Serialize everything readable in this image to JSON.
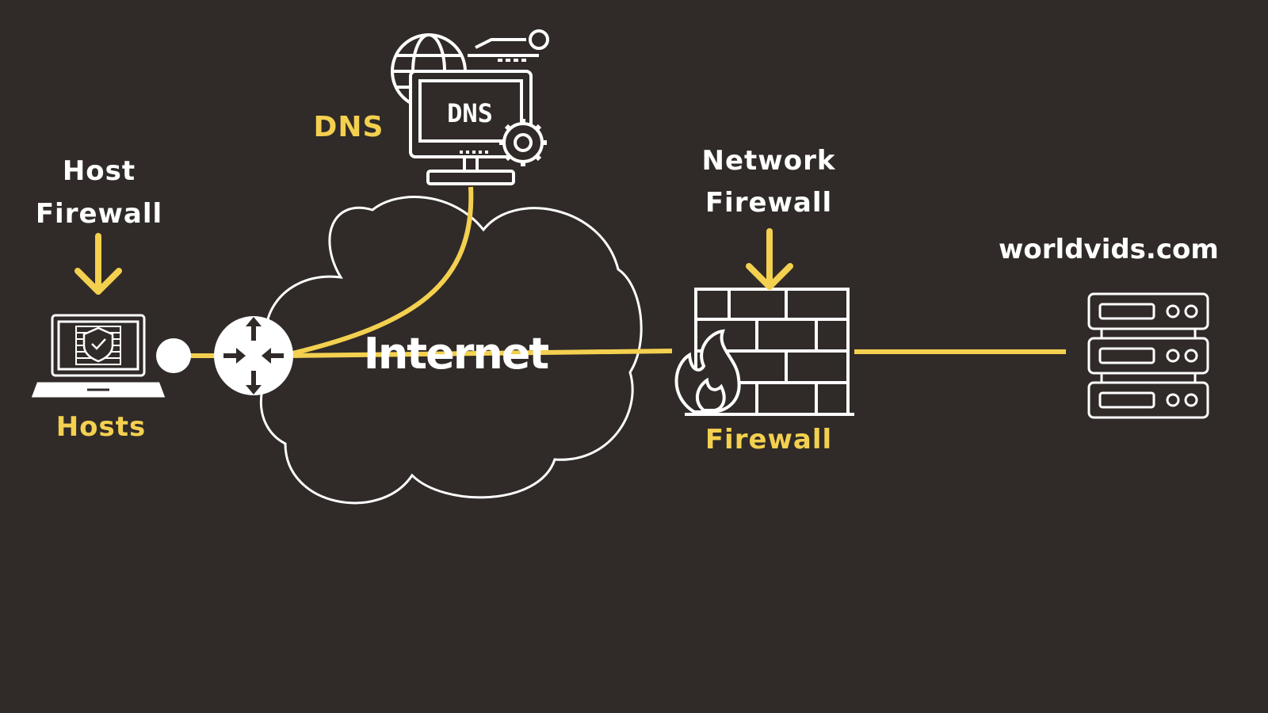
{
  "colors": {
    "background": "#302b28",
    "accent_yellow": "#f3d04f",
    "line_white": "#ffffff"
  },
  "labels": {
    "dns": "DNS",
    "dns_screen_text": "DNS",
    "host_firewall_line1": "Host",
    "host_firewall_line2": "Firewall",
    "hosts": "Hosts",
    "internet": "Internet",
    "network_firewall_line1": "Network",
    "network_firewall_line2": "Firewall",
    "firewall": "Firewall",
    "domain": "worldvids.com"
  },
  "icons": {
    "dns_server": "dns-server-icon",
    "laptop": "laptop-shield-icon",
    "router": "router-icon",
    "cloud": "cloud-icon",
    "firewall": "firewall-brick-icon",
    "server": "server-rack-icon",
    "arrow": "arrow-down-icon"
  }
}
